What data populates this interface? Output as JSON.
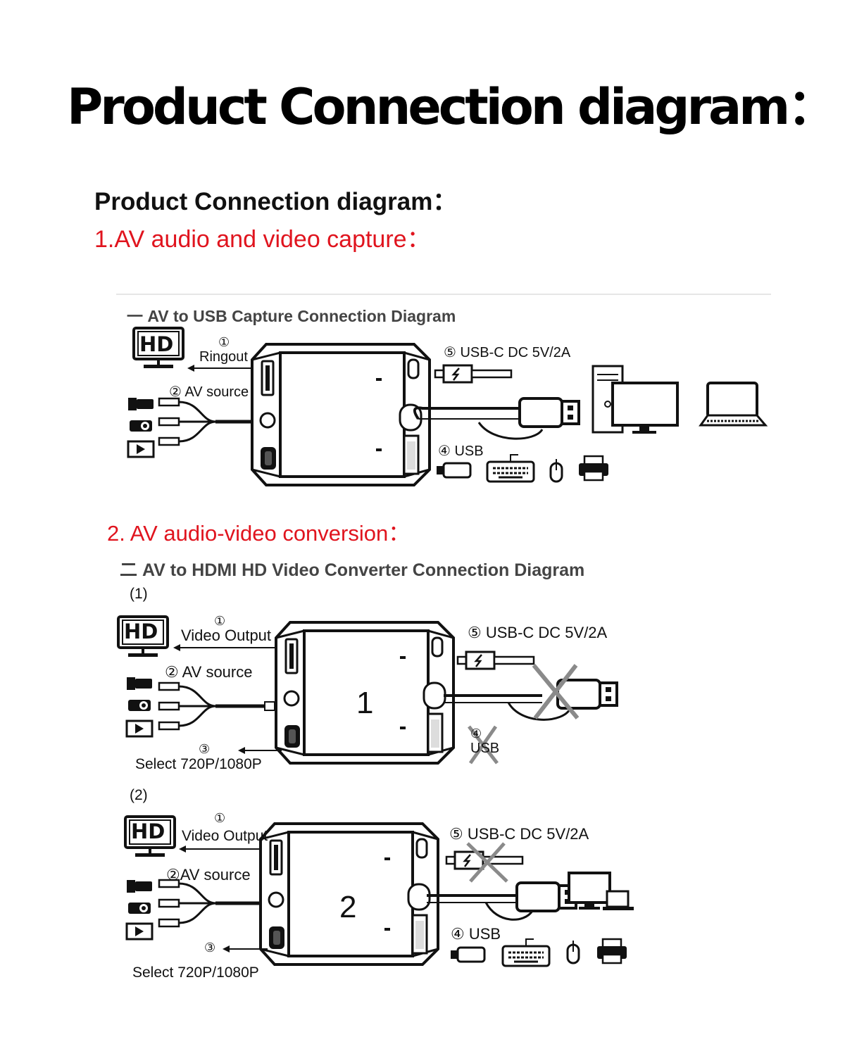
{
  "header": {
    "title": "Product Connection diagram：",
    "subtitle": "Product Connection diagram："
  },
  "section1": {
    "heading": "1.AV audio and video capture：",
    "diagram_title": "一 AV to USB Capture Connection Diagram",
    "labels": {
      "ringout_num": "①",
      "ringout": "Ringout",
      "av_source": "② AV source",
      "usb_c_power": "⑤ USB-C DC 5V/2A",
      "usb": "④ USB",
      "hd": "HD"
    }
  },
  "section2": {
    "heading": "2. AV audio-video conversion：",
    "diagram_title": "二 AV to HDMI HD Video Converter Connection Diagram",
    "case1": {
      "tag": "(1)",
      "hd": "HD",
      "video_output_num": "①",
      "video_output": "Video Output",
      "av_source": "② AV source",
      "usb_c_power": "⑤ USB-C DC 5V/2A",
      "select_num": "③",
      "select": "Select  720P/1080P",
      "usb_num": "④",
      "usb": "USB",
      "device_number": "1"
    },
    "case2": {
      "tag": "(2)",
      "hd": "HD",
      "video_output_num": "①",
      "video_output": "Video Output",
      "av_source": "②AV source",
      "usb_c_power": "⑤ USB-C DC 5V/2A",
      "select_num": "③",
      "select": "Select  720P/1080P",
      "usb": "④ USB",
      "device_number": "2"
    }
  },
  "colors": {
    "accent_red": "#e0141e",
    "ink": "#111111",
    "cross_gray": "#8a8a8a"
  }
}
